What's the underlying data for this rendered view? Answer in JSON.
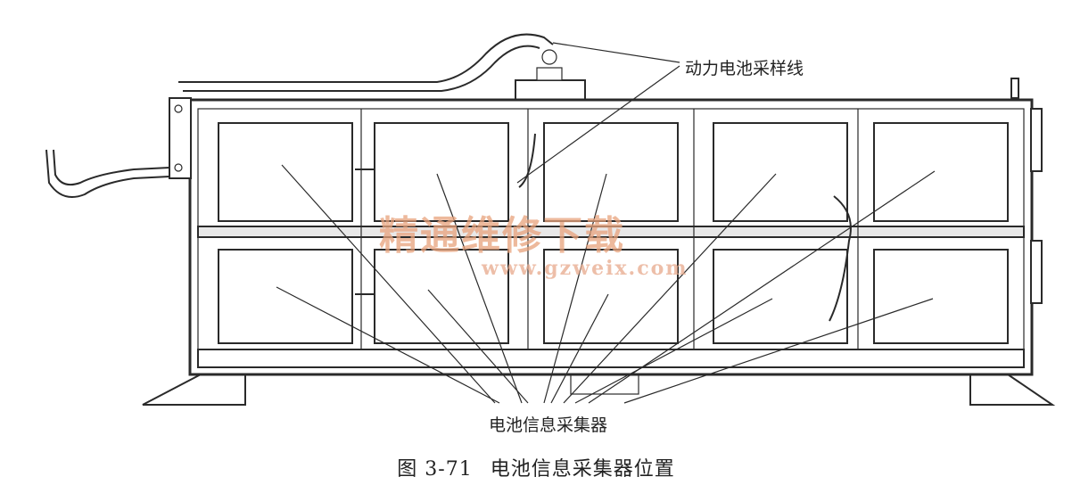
{
  "labels": {
    "sampling_wire": "动力电池采样线",
    "info_collector": "电池信息采集器"
  },
  "caption": {
    "number": "图 3-71",
    "title": "电池信息采集器位置"
  },
  "watermark": {
    "text": "精通维修下载",
    "url": "www.gzweix.com"
  },
  "colors": {
    "line": "#2a2a2a",
    "watermark": "#e8a27c"
  }
}
